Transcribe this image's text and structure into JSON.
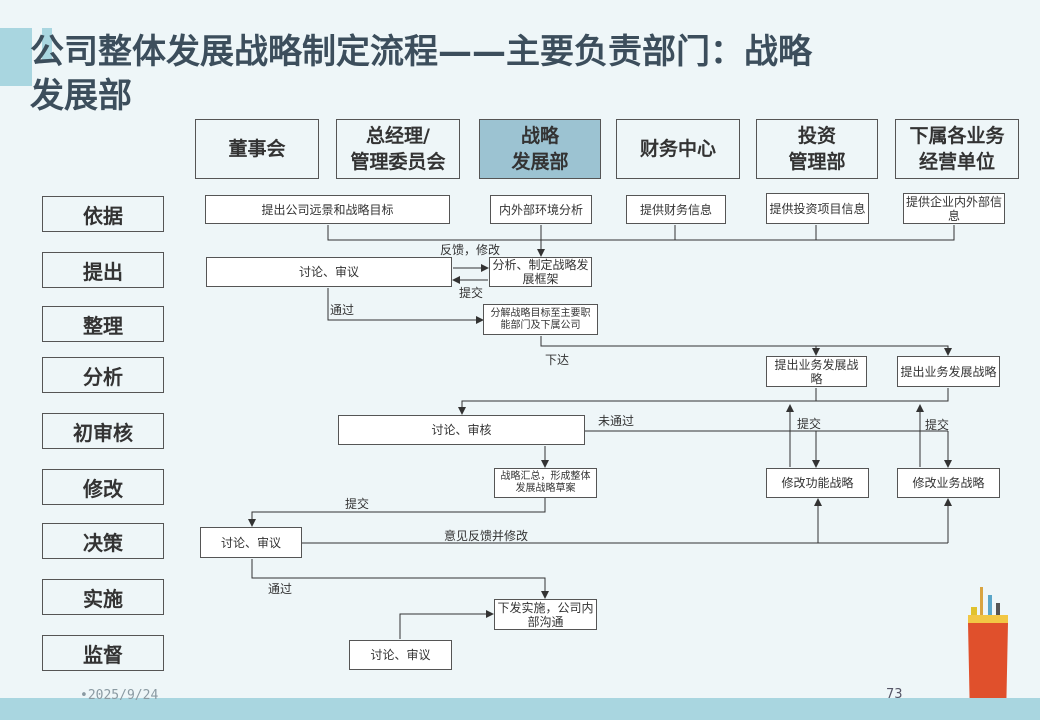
{
  "title": "公司整体发展战略制定流程——主要负责部门：战略发展部",
  "departments": [
    "董事会",
    "总经理/\n管理委员会",
    "战略\n发展部",
    "财务中心",
    "投资\n管理部",
    "下属各业务\n经营单位"
  ],
  "stages": [
    "依据",
    "提出",
    "整理",
    "分析",
    "初审核",
    "修改",
    "决策",
    "实施",
    "监督"
  ],
  "boxes": {
    "vision": "提出公司远景和战略目标",
    "env": "内外部环境分析",
    "finance": "提供财务信息",
    "invest": "提供投资项目信息",
    "units": "提供企业内外部信息",
    "discuss1": "讨论、审议",
    "framework": "分析、制定战略发展框架",
    "decompose": "分解战略目标至主要职能部门及下属公司",
    "biz1": "提出业务发展战略",
    "biz2": "提出业务发展战略",
    "review": "讨论、审核",
    "summary": "战略汇总，形成整体发展战略草案",
    "modfunc": "修改功能战略",
    "modbiz": "修改业务战略",
    "decide": "讨论、审议",
    "implement": "下发实施，公司内部沟通",
    "monitor": "讨论、审议"
  },
  "labels": {
    "feedback": "反馈，修改",
    "submit1": "提交",
    "pass1": "通过",
    "issue": "下达",
    "notpass": "未通过",
    "submit2": "提交",
    "submit3": "提交",
    "submit4": "提交",
    "opinion": "意见反馈并修改",
    "pass2": "通过"
  },
  "footer": {
    "date": "2025/9/24",
    "page": "73"
  },
  "colors": {
    "accent": "#a9d6e0",
    "highlight": "#9cc3d2",
    "title": "#3c4e5c"
  }
}
